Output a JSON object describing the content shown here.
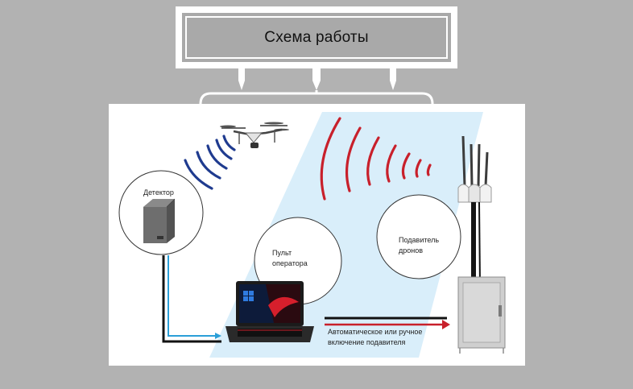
{
  "header": {
    "title": "Схема работы"
  },
  "diagram": {
    "detector_label": "Детектор",
    "operator_label_line1": "Пульт",
    "operator_label_line2": "оператора",
    "jammer_label_line1": "Подавитель",
    "jammer_label_line2": "дронов",
    "arrow_label_line1": "Автоматическое или ручное",
    "arrow_label_line2": "включение подавителя"
  },
  "colors": {
    "background": "#b2b2b2",
    "title_fill": "#a9a9a9",
    "light_blue": "#d9eefa",
    "signal_blue": "#1f3b8f",
    "signal_red": "#c8202b"
  }
}
